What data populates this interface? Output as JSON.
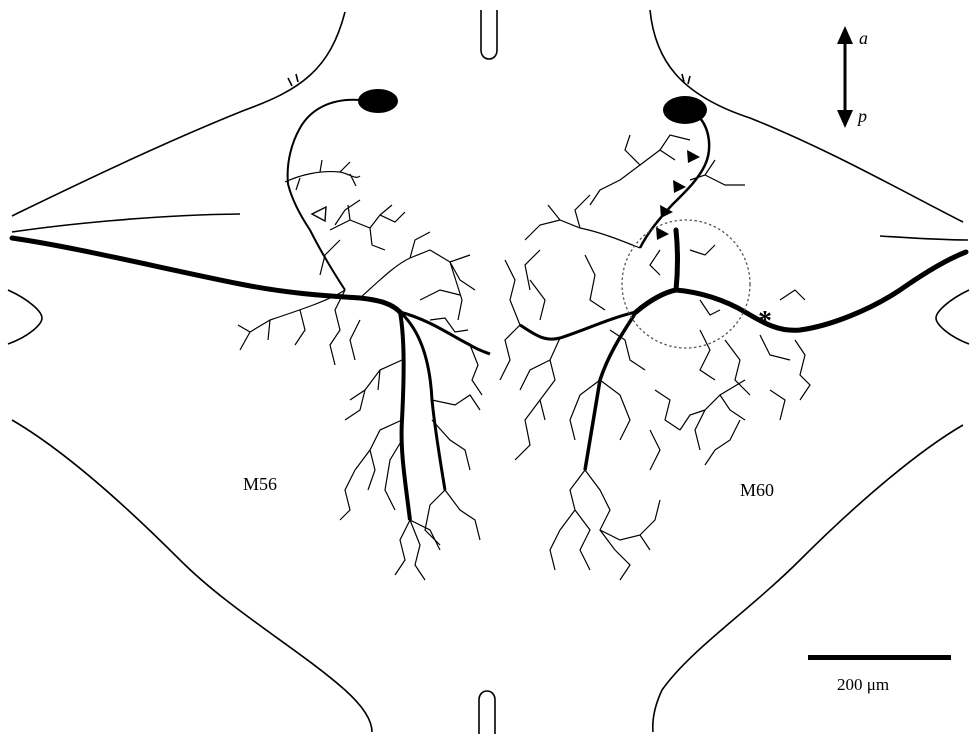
{
  "figure": {
    "labels": {
      "left_neuron": "M56",
      "right_neuron": "M60",
      "axis_anterior": "a",
      "axis_posterior": "p",
      "asterisk": "*"
    },
    "scale_bar": {
      "label": "200 μm",
      "value": 200,
      "unit": "μm"
    }
  }
}
